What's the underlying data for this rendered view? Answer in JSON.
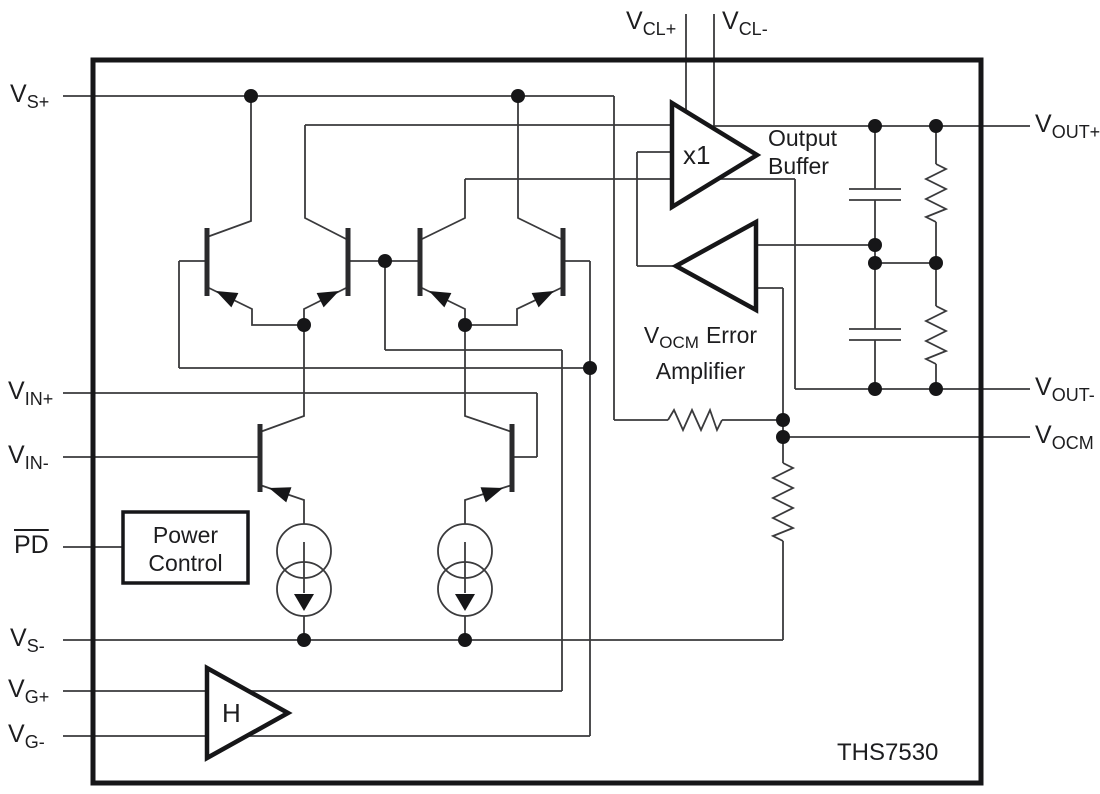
{
  "colors": {
    "ink": "#1d1d1f",
    "wire": "#3a3a3c",
    "background": "#ffffff"
  },
  "pins": {
    "vs_plus": {
      "main": "V",
      "sub": "S+"
    },
    "vin_plus": {
      "main": "V",
      "sub": "IN+"
    },
    "vin_minus": {
      "main": "V",
      "sub": "IN-"
    },
    "pd": {
      "main": "PD"
    },
    "vs_minus": {
      "main": "V",
      "sub": "S-"
    },
    "vg_plus": {
      "main": "V",
      "sub": "G+"
    },
    "vg_minus": {
      "main": "V",
      "sub": "G-"
    },
    "vcl_plus": {
      "main": "V",
      "sub": "CL+"
    },
    "vcl_minus": {
      "main": "V",
      "sub": "CL-"
    },
    "vout_plus": {
      "main": "V",
      "sub": "OUT+"
    },
    "vout_minus": {
      "main": "V",
      "sub": "OUT-"
    },
    "vocm": {
      "main": "V",
      "sub": "OCM"
    }
  },
  "blocks": {
    "x1_buffer": {
      "gain": "x1",
      "label_line1": "Output",
      "label_line2": "Buffer"
    },
    "error_amp": {
      "v": "V",
      "sub": "OCM",
      "rest": "Error",
      "line2": "Amplifier"
    },
    "power_control": {
      "line1": "Power",
      "line2": "Control"
    },
    "gain_amp": {
      "label": "H"
    },
    "chip": {
      "part_number": "THS7530"
    }
  }
}
